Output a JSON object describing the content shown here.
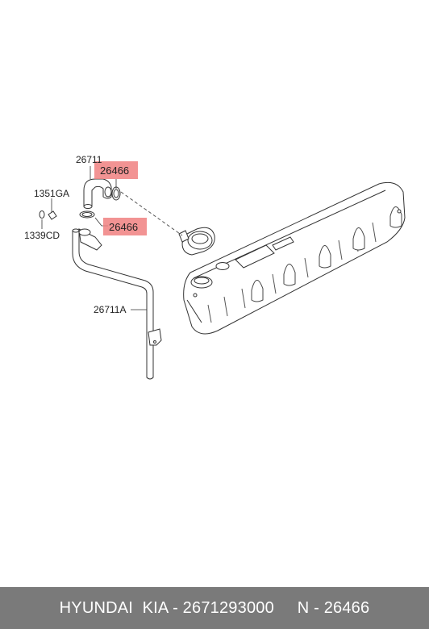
{
  "callouts": {
    "part_26711": "26711",
    "part_26466_top": "26466",
    "part_1351GA": "1351GA",
    "part_26466_mid": "26466",
    "part_1339CD": "1339CD",
    "part_26711A": "26711A"
  },
  "highlight_color": "#f08080",
  "footer": {
    "text": "HYUNDAI  KIA - 2671293000     N - 26466"
  }
}
